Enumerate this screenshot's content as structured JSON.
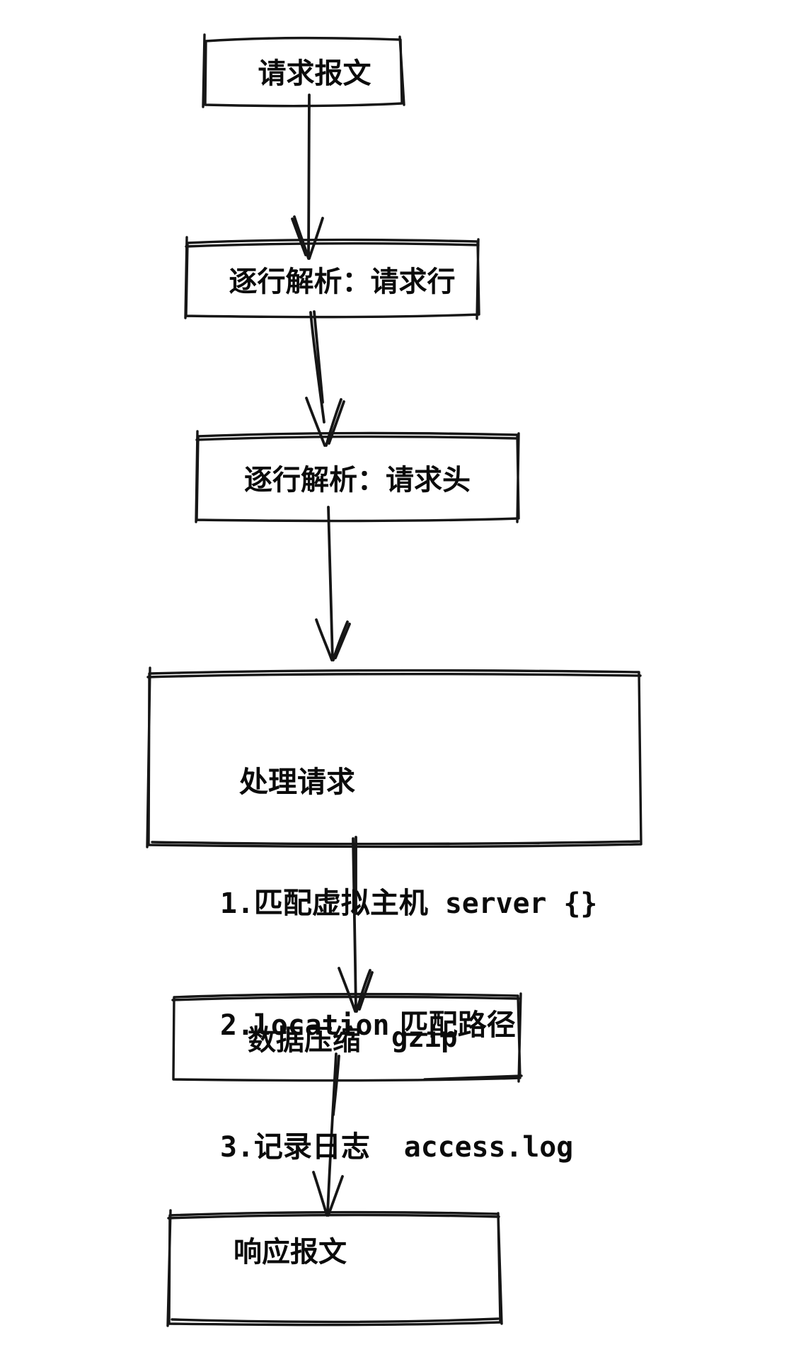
{
  "page": {
    "background": "#ffffff",
    "ink_color": "#161616"
  },
  "flow": {
    "nodes": [
      {
        "id": "request-message",
        "label": "请求报文"
      },
      {
        "id": "parse-request-line",
        "label": "逐行解析：请求行"
      },
      {
        "id": "parse-request-headers",
        "label": "逐行解析：请求头"
      },
      {
        "id": "process-request",
        "title": "处理请求",
        "steps": [
          [
            {
              "t": "1.",
              "m": true
            },
            {
              "t": "匹配虚拟主机",
              "m": false
            },
            {
              "t": " server {}",
              "m": true
            }
          ],
          [
            {
              "t": "2.location",
              "m": true
            },
            {
              "t": " 匹配路径",
              "m": false
            }
          ],
          [
            {
              "t": "3.",
              "m": true
            },
            {
              "t": "记录日志",
              "m": false
            },
            {
              "t": "  access.log",
              "m": true
            }
          ]
        ]
      },
      {
        "id": "data-compression",
        "zh": "数据压缩",
        "code": "gzip"
      },
      {
        "id": "response-message",
        "label": "响应报文"
      }
    ]
  }
}
